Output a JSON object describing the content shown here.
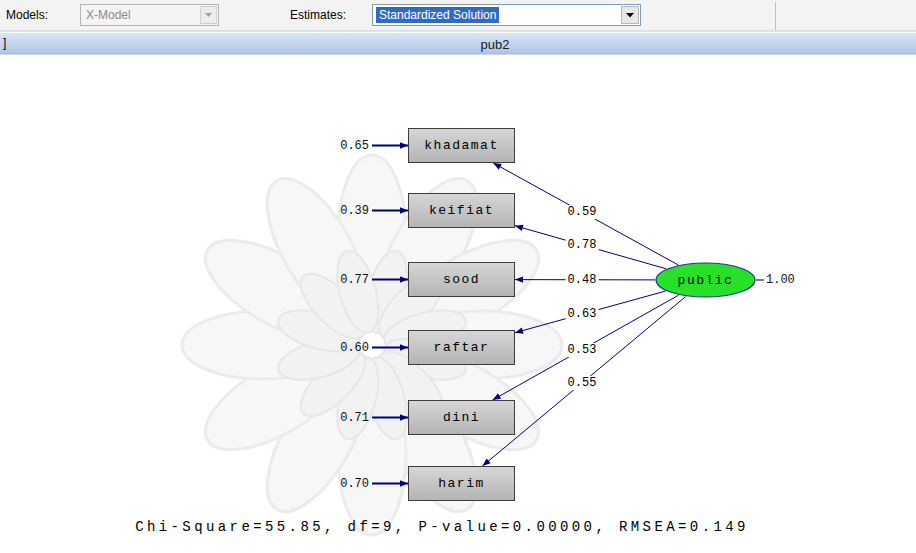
{
  "diagram": {
    "title": "pub2",
    "caption": "Chi-Square=55.85, df=9, P-value=0.00000, RMSEA=0.149",
    "nodes": [
      {
        "text": [
          "khadamat"
        ]
      },
      {
        "text": [
          "keifiat"
        ]
      },
      {
        "text": [
          "sood"
        ]
      },
      {
        "text": [
          "raftar"
        ]
      },
      {
        "text": [
          "dini"
        ]
      },
      {
        "text": [
          "harim"
        ]
      },
      {
        "text": [
          "public"
        ]
      }
    ],
    "edges": [
      {
        "from": 6,
        "to": 0,
        "arrow": "to",
        "label": "0.59"
      },
      {
        "from": 6,
        "to": 1,
        "arrow": "to",
        "label": "0.78"
      },
      {
        "from": 6,
        "to": 2,
        "arrow": "to",
        "label": "0.48"
      },
      {
        "from": 6,
        "to": 3,
        "arrow": "to",
        "label": "0.63"
      },
      {
        "from": 6,
        "to": 4,
        "arrow": "to",
        "label": "0.53"
      },
      {
        "from": 6,
        "to": 5,
        "arrow": "to",
        "label": "0.55"
      }
    ],
    "labels": [
      "Models:",
      "X-Model",
      "Estimates:",
      "Standardized Solution",
      "]",
      "0.65",
      "0.39",
      "0.77",
      "0.60",
      "0.71",
      "0.70",
      "1.00"
    ]
  }
}
